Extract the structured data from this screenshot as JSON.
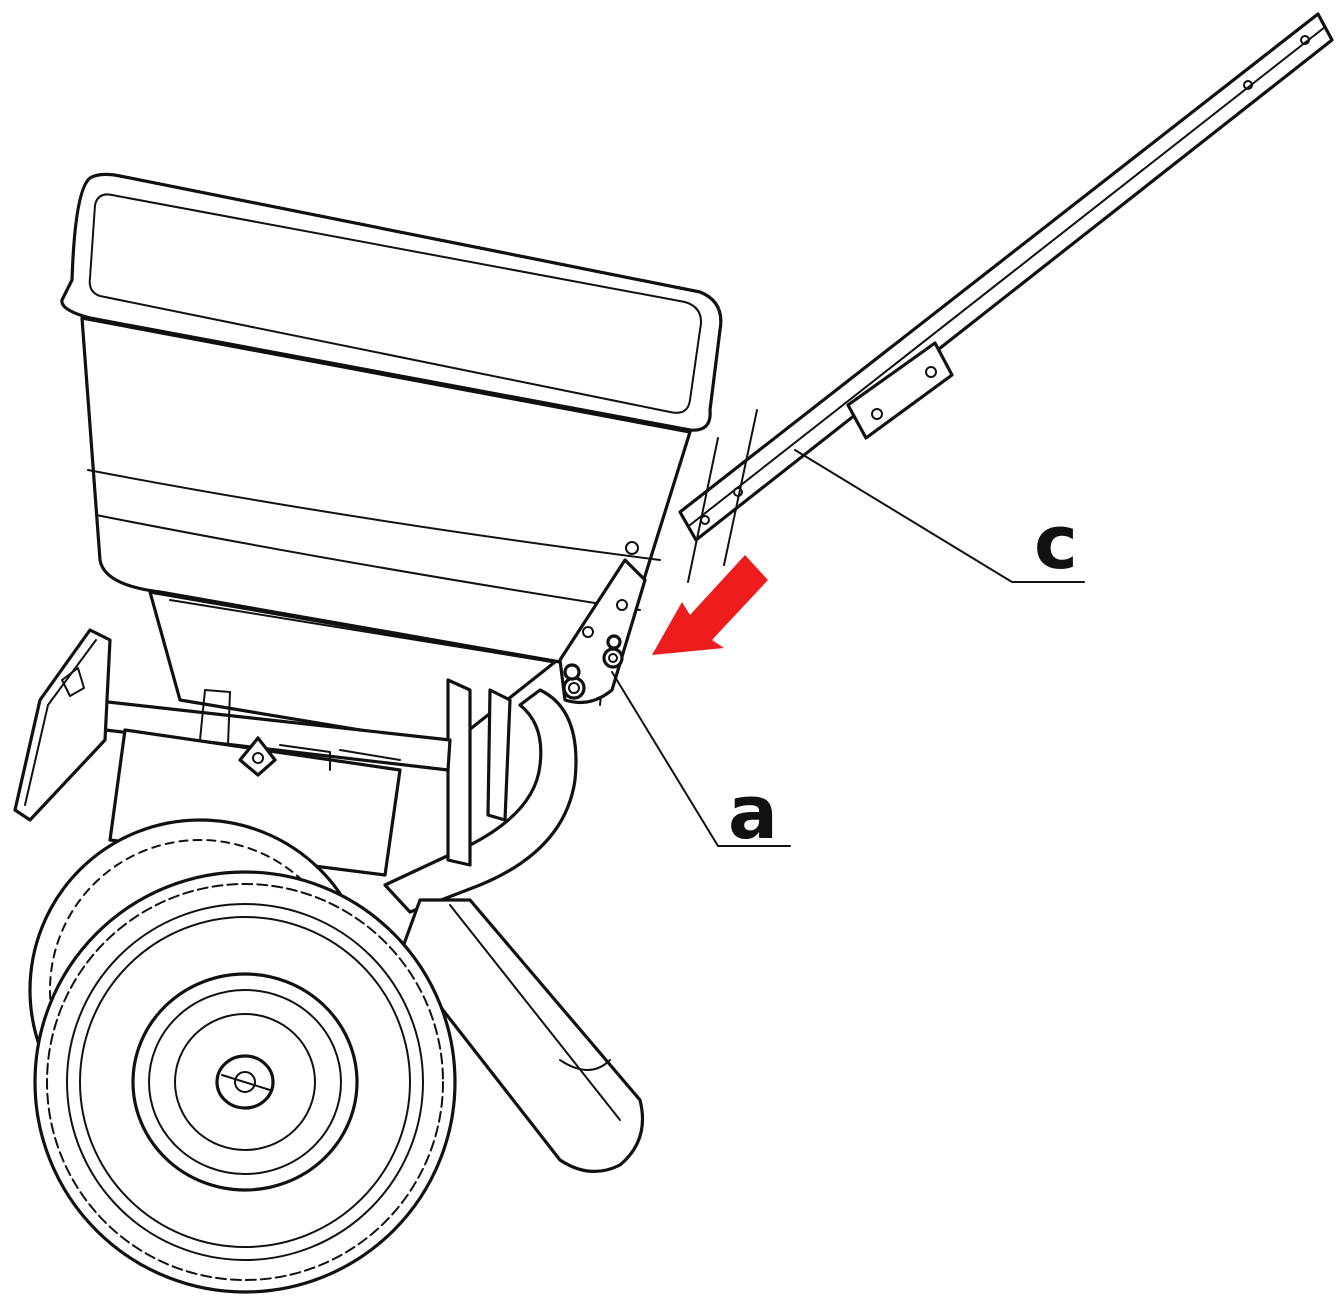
{
  "callouts": {
    "a": {
      "label": "a"
    },
    "c": {
      "label": "c"
    }
  },
  "colors": {
    "line": "#111111",
    "arrow": "#ee1c1c",
    "background": "#ffffff"
  },
  "icons": {
    "arrow": "red-arrow-indicator"
  }
}
